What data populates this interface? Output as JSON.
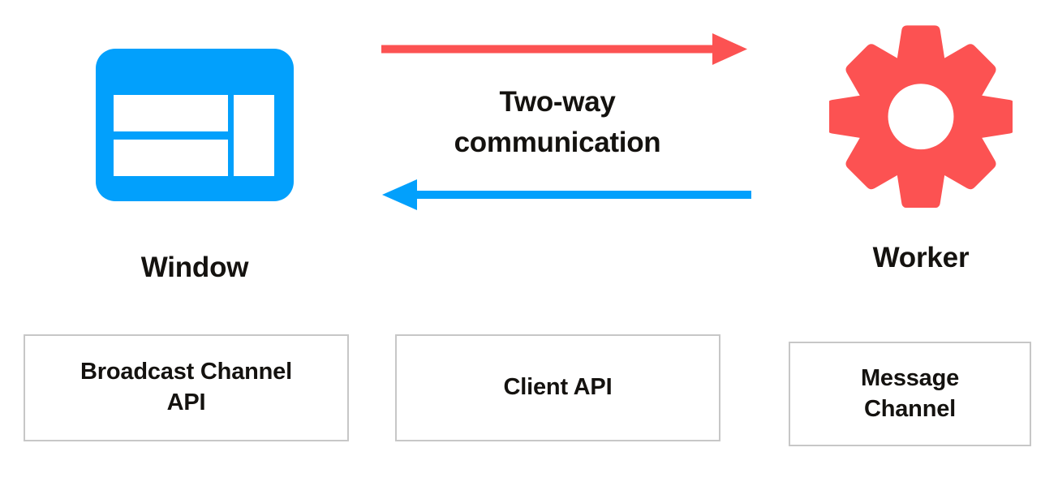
{
  "diagram": {
    "title_text": "Two-way communication",
    "colors": {
      "window_blue": "#02a0fc",
      "worker_red": "#fc5252",
      "text_black": "#14120f",
      "box_border_gray": "#c7c7c7",
      "background": "#ffffff"
    },
    "nodes": [
      {
        "id": "window",
        "label": "Window",
        "icon": "browser-window-icon",
        "color": "#02a0fc"
      },
      {
        "id": "worker",
        "label": "Worker",
        "icon": "gear-icon",
        "color": "#fc5252"
      }
    ],
    "arrows": [
      {
        "id": "window-to-worker",
        "direction": "right",
        "color": "#fc5252",
        "from": "window",
        "to": "worker"
      },
      {
        "id": "worker-to-window",
        "direction": "left",
        "color": "#02a0fc",
        "from": "worker",
        "to": "window"
      }
    ],
    "api_boxes": [
      {
        "id": "broadcast-channel-api",
        "label": "Broadcast Channel\nAPI"
      },
      {
        "id": "client-api",
        "label": "Client API"
      },
      {
        "id": "message-channel",
        "label": "Message\nChannel"
      }
    ]
  }
}
